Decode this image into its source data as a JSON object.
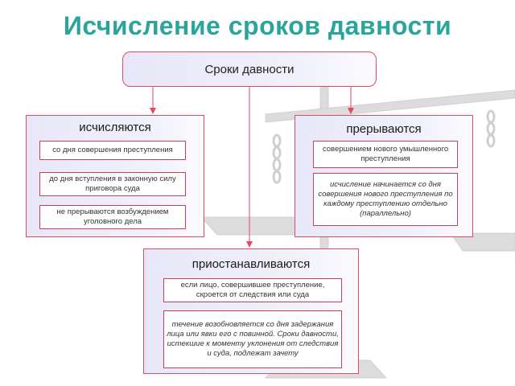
{
  "title": "Исчисление сроков давности",
  "main": {
    "label": "Сроки давности"
  },
  "left_panel": {
    "title": "исчисляются",
    "items": [
      "со дня совершения преступления",
      "до дня вступления в законную силу приговора суда",
      "не прерываются возбуждением уголовного дела"
    ]
  },
  "right_panel": {
    "title": "прерываются",
    "items": [
      "совершением нового умышленного преступления",
      "исчисление начинается со дня совершения нового преступления по каждому преступлению отдельно (параллельно)"
    ]
  },
  "bottom_panel": {
    "title": "приостанавливаются",
    "items": [
      "если лицо, совершившее преступление, скроется от следствия или суда",
      "течение возобновляется со дня задержания лица или явки его с повинной. Сроки давности, истекшие к моменту уклонения от следствия и суда, подлежат зачету"
    ]
  },
  "colors": {
    "title": "#2aa59b",
    "border": "#e04a63",
    "panel_fill": "#ececfa",
    "arrow": "#e04a63",
    "scales": "#d9d9d9"
  }
}
